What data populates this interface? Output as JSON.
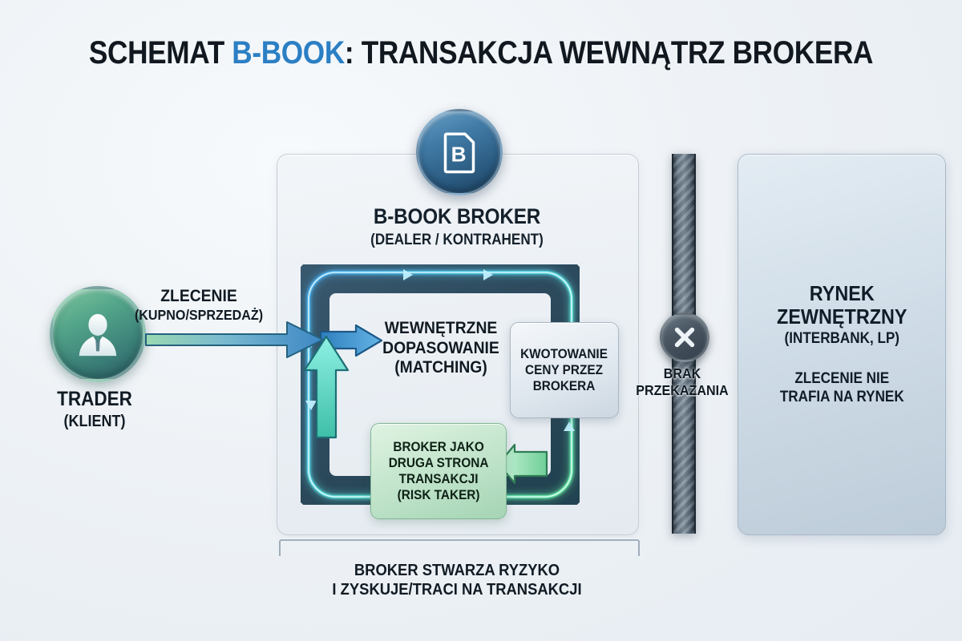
{
  "title": {
    "prefix": "SCHEMAT ",
    "accent": "B-BOOK",
    "suffix": ": TRANSAKCJA WEWNĄTRZ BROKERA",
    "accent_color": "#2b7fc4"
  },
  "trader": {
    "icon": "user-avatar-icon",
    "label_line1": "TRADER",
    "label_line2": "(KLIENT)"
  },
  "order_flow": {
    "label_line1": "ZLECENIE",
    "label_line2": "(KUPNO/SPRZEDAŻ)",
    "arrow": "right-arrow-icon",
    "arrow_color_start": "#8fd0a8",
    "arrow_color_end": "#3c86c4"
  },
  "broker": {
    "badge_icon": "b-book-document-icon",
    "badge_letter": "B",
    "heading_line1": "B-BOOK BROKER",
    "heading_line2": "(DEALER / KONTRAHENT)",
    "loop": {
      "name": "internal-circulation-loop",
      "color_start": "#4aa8e8",
      "color_end": "#63e09a"
    },
    "matching": {
      "line1": "WEWNĘTRZNE",
      "line2": "DOPASOWANIE",
      "line3": "(MATCHING)"
    },
    "quote_card": {
      "line1": "KWOTOWANIE",
      "line2": "CENY PRZEZ",
      "line3": "BROKERA"
    },
    "risk_card": {
      "line1": "BROKER JAKO",
      "line2": "DRUGA STRONA",
      "line3": "TRANSAKCJI",
      "line4": "(RISK TAKER)"
    }
  },
  "barrier": {
    "icon": "x-block-icon",
    "label_line1": "BRAK",
    "label_line2": "PRZEKAZANIA",
    "color": "#3c4a57"
  },
  "market": {
    "line1": "RYNEK",
    "line2": "ZEWNĘTRZNY",
    "line3": "(INTERBANK, LP)",
    "line4": "ZLECENIE NIE",
    "line5": "TRAFIA NA RYNEK"
  },
  "footer": {
    "caption_line1": "BROKER STWARZA RYZYKO",
    "caption_line2": "I ZYSKUJE/TRACI NA TRANSAKCJI"
  }
}
